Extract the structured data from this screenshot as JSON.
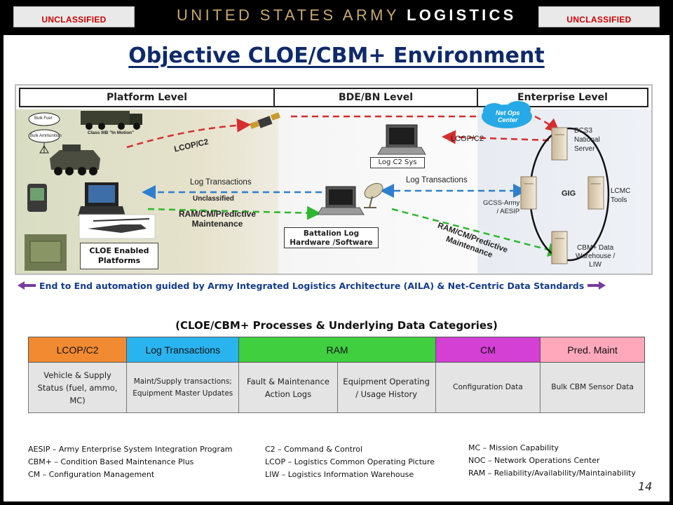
{
  "header": {
    "classification_left": "UNCLASSIFIED",
    "classification_right": "UNCLASSIFIED",
    "brand_light": "UNITED STATES ARMY",
    "brand_bold": "LOGISTICS"
  },
  "title": "Objective CLOE/CBM+ Environment",
  "diagram": {
    "columns": [
      "Platform Level",
      "BDE/BN Level",
      "Enterprise Level"
    ],
    "platform_labels": {
      "bulk_fuel": "Bulk Fuel",
      "bulk_ammunition": "Bulk Ammunition",
      "class_iiib": "Class IIIB \"In Motion\"",
      "cloe_box": [
        "CLOE Enabled",
        "Platforms"
      ]
    },
    "flows": {
      "lcop_left": "LCOP/C2",
      "log_transactions_left": "Log Transactions",
      "unclassified": "Unclassified",
      "ram_left": [
        "RAM/CM/Predictive",
        "Maintenance"
      ],
      "lcop_right": "LCOP/C2",
      "log_transactions_right": "Log Transactions",
      "ram_right": [
        "RAM/CM/Predictive",
        "Maintenance"
      ]
    },
    "bde_labels": {
      "log_c2_sys": "Log C2 Sys",
      "battalion_box": [
        "Battalion Log",
        "Hardware /Software"
      ]
    },
    "enterprise_labels": {
      "net_ops": [
        "Net Ops",
        "Center"
      ],
      "bcs3": [
        "BCS3",
        "National",
        "Server"
      ],
      "gig": "GIG",
      "gcss": [
        "GCSS-Army",
        "/ AESIP"
      ],
      "lcmc": [
        "LCMC",
        "Tools"
      ],
      "cbm": [
        "CBM+ Data",
        "Warehouse /",
        "LIW"
      ]
    },
    "colors": {
      "red_flow": "#d62d2d",
      "blue_flow": "#2f7fd0",
      "green_flow": "#2eb82e",
      "ring": "#111111"
    }
  },
  "banner": {
    "text": "End to End automation guided by Army Integrated Logistics Architecture (AILA) & Net-Centric Data Standards",
    "arrow_color": "#7a3a9e"
  },
  "subtitle": "(CLOE/CBM+  Processes & Underlying Data Categories)",
  "categories": {
    "headers": [
      {
        "label": "LCOP/C2",
        "color": "#f28a32"
      },
      {
        "label": "Log Transactions",
        "color": "#2ab4ef"
      },
      {
        "label": "RAM",
        "color": "#3fcf3f"
      },
      {
        "label": "CM",
        "color": "#d43fd4"
      },
      {
        "label": "Pred. Maint",
        "color": "#ffa8bc"
      }
    ],
    "cells": [
      "Vehicle & Supply Status (fuel, ammo, MC)",
      "Maint/Supply transactions; Equipment Master Updates",
      "Fault & Maintenance Action Logs",
      "Equipment Operating  / Usage History",
      "Configuration Data",
      "Bulk CBM Sensor Data"
    ]
  },
  "glossary": {
    "col1": [
      "AESIP – Army Enterprise System Integration Program",
      "CBM+ – Condition Based Maintenance Plus",
      "CM – Configuration Management"
    ],
    "col2": [
      "C2 – Command & Control",
      "LCOP – Logistics Common Operating Picture",
      "LIW – Logistics Information Warehouse"
    ],
    "col3": [
      "MC – Mission Capability",
      "NOC – Network Operations Center",
      "RAM – Reliability/Availability/Maintainability"
    ]
  },
  "page_number": "14"
}
